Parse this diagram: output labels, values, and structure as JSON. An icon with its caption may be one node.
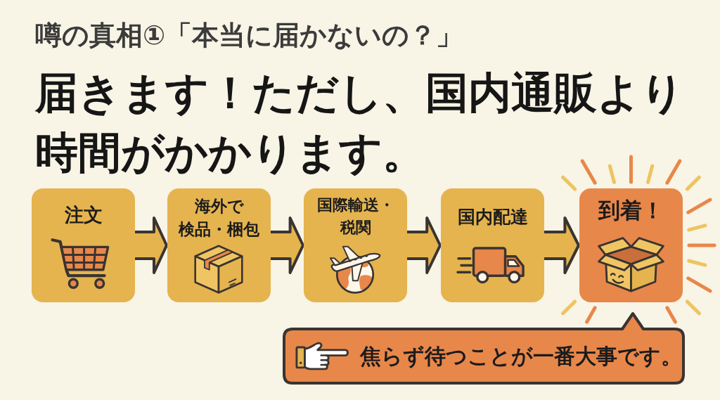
{
  "diagram": {
    "title": "噂の真相①「本当に届かないの？」",
    "nodes": [
      {
        "text": [
          "注文"
        ]
      },
      {
        "text": [
          "海外で検品・梱包"
        ]
      },
      {
        "text": [
          "国際輸送・税関"
        ]
      },
      {
        "text": [
          "国内配達"
        ]
      },
      {
        "text": [
          "到着！"
        ]
      },
      {
        "text": [
          "焦らず待つことが一番大事です。"
        ]
      }
    ],
    "edges": [
      {
        "from": 0,
        "to": 1,
        "arrow": "to"
      },
      {
        "from": 1,
        "to": 2,
        "arrow": "to"
      },
      {
        "from": 2,
        "to": 3,
        "arrow": "to"
      },
      {
        "from": 3,
        "to": 4,
        "arrow": "to"
      }
    ],
    "labels": [
      "届きます！ただし、国内通販より時間がかかります。"
    ]
  }
}
